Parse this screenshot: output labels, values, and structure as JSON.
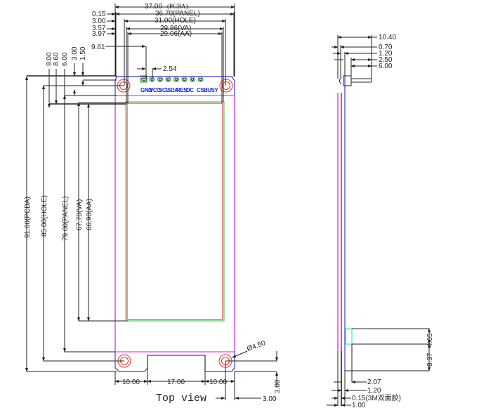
{
  "title": "E-paper display module mechanical drawing",
  "colors": {
    "dimension_line": "#222222",
    "pcb_outline": "#3c3cd0",
    "panel_outline": "#e040e0",
    "va_outline": "#33cc33",
    "aa_outline": "#e02020",
    "mounting_hole": "#e03030",
    "fpc_stiffener": "#00e0e0",
    "pin_label": "#1a2ad0"
  },
  "top_view": {
    "caption": "Top view",
    "horizontal_dims": {
      "pcba": {
        "value": "37.00",
        "note": "(PCBA)"
      },
      "panel": "36.70(PANEL)",
      "hole": "31.00(HOLE)",
      "va": "29.86(VA)",
      "aa": "29.06(AA)"
    },
    "left_offsets": [
      "0.15",
      "3.00",
      "3.57",
      "3.97"
    ],
    "first_pin_offset": "9.61",
    "pin_pitch": "2.54",
    "pin_labels": [
      "GND",
      "VCC",
      "SCL",
      "SDA",
      "RES",
      "DC",
      "CS",
      "BUSY"
    ],
    "top_vertical_offsets": [
      "9.00",
      "8.60",
      "6.00",
      "3.00",
      "1.50"
    ],
    "vertical_dims": {
      "pcba": "91.00(PCBA)",
      "hole": "85.00(HOLE)",
      "panel": "79.00(PANEL)",
      "va": "67.70(VA)",
      "aa": "66.90(AA)"
    },
    "bottom_dims": [
      "10.00",
      "17.00",
      "10.00"
    ],
    "hole_diameter": "Ø4.50",
    "hole_offset_vertical": "3.00",
    "hole_offset_horizontal": "3.00"
  },
  "side_view": {
    "top_dims": [
      "10.40",
      "0.70",
      "1.20",
      "2.50",
      "6.00"
    ],
    "right_dims": [
      "4.65",
      "8.37"
    ],
    "bottom_dims": [
      "2.07",
      "1.20",
      "0.15(3M双面胶)",
      "1.00"
    ]
  }
}
